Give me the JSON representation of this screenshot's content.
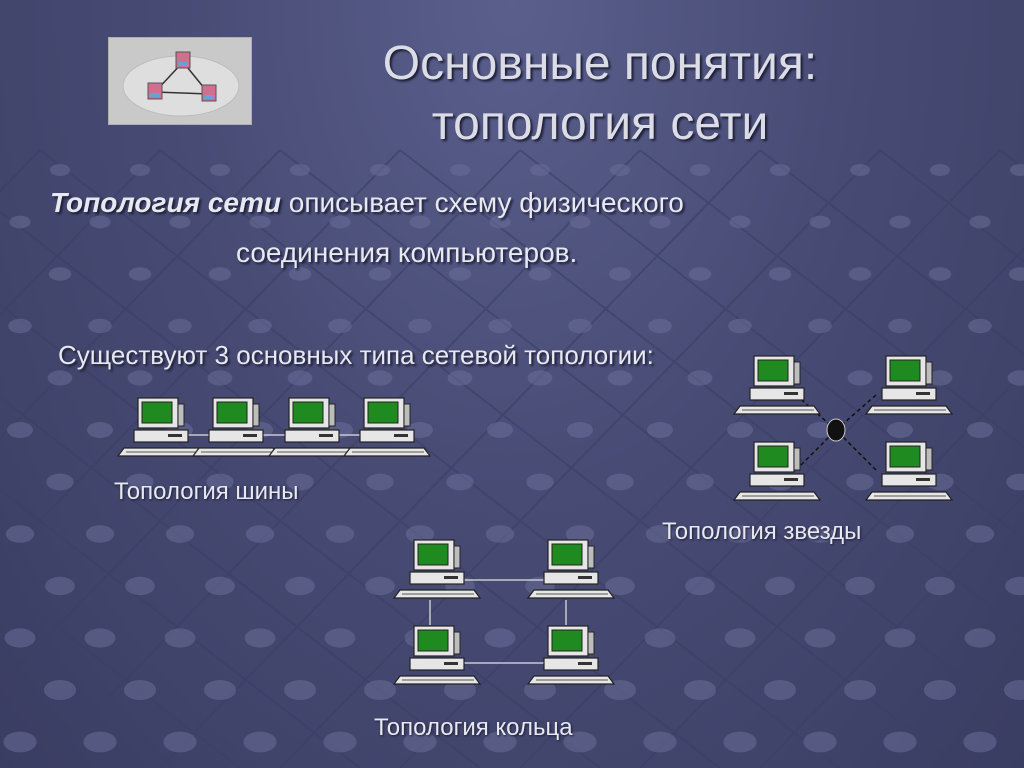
{
  "slide": {
    "title_line1": "Основные понятия:",
    "title_line2": "топология сети",
    "definition_term": "Топология сети",
    "definition_rest": " описывает схему физического",
    "definition_line2": "соединения компьютеров.",
    "intro": "Существуют 3 основных типа сетевой топологии:",
    "labels": {
      "bus": "Топология шины",
      "star": "Топология звезды",
      "ring": "Топология кольца"
    }
  },
  "colors": {
    "background": "#484c75",
    "screen": "#1f8a1f",
    "computer": "#e0e0e0",
    "text": "#e8e8f0"
  },
  "icons": [
    "network-logo-icon",
    "computer-icon",
    "hub-icon"
  ]
}
